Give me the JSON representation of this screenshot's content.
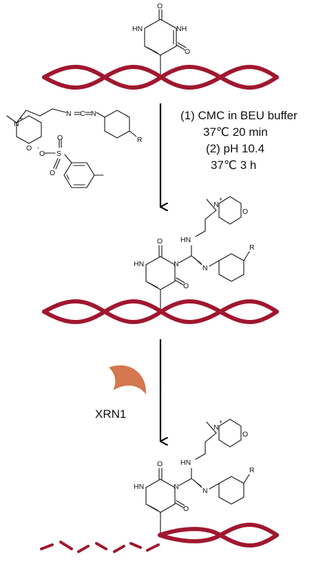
{
  "colors": {
    "rna_strand": "#a0172f",
    "enzyme": "#d5774f",
    "ink": "#111111"
  },
  "reagent": {
    "name": "CMC"
  },
  "conditions": {
    "line1": "(1) CMC in BEU buffer",
    "line2": "37℃  20 min",
    "line3": "(2) pH 10.4",
    "line4": "37℃  3 h"
  },
  "enzyme": {
    "label": "XRN1",
    "icon": "crescent-enzyme-icon"
  },
  "atoms": {
    "O": "O",
    "N": "N",
    "HN": "HN",
    "NH": "NH",
    "R": "R",
    "S": "S",
    "C": "C",
    "N_plus": "N",
    "plus": "+",
    "O_minus": "O",
    "minus": "-",
    "eq_C_eq": "=C="
  }
}
